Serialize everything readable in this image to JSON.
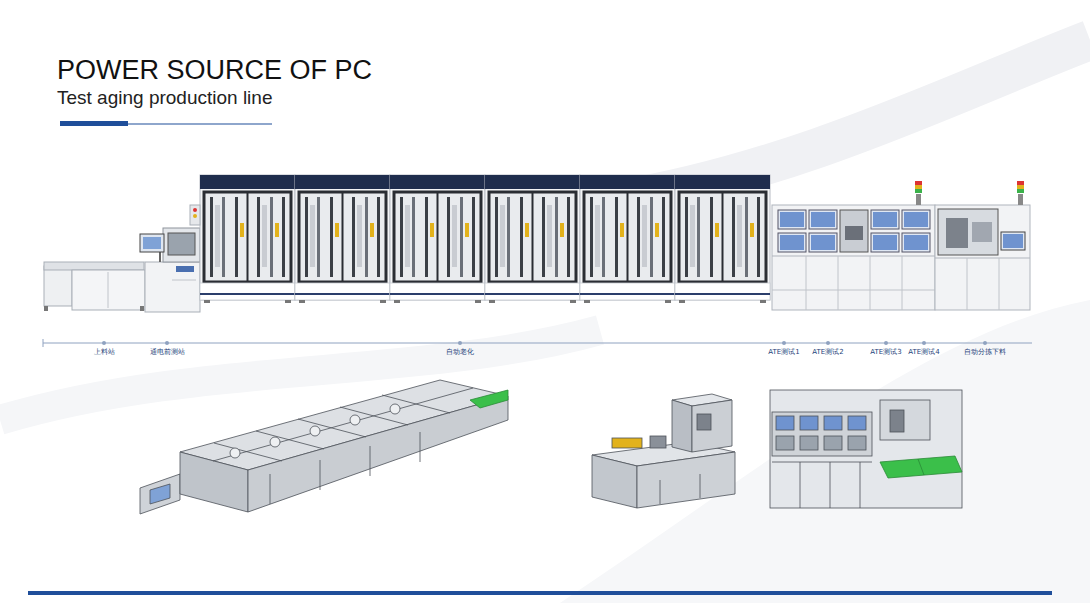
{
  "diagram": {
    "title": "POWER SOURCE OF PC",
    "labels": [
      "Test aging production line",
      "上料站",
      "通电前测站",
      "自动老化",
      "ATE测试1",
      "ATE测试2",
      "ATE测试3",
      "ATE测试4",
      "自动分拣下料"
    ]
  }
}
